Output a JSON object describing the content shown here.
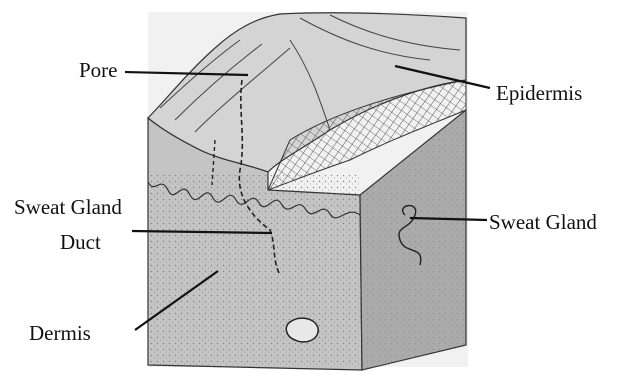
{
  "labels": {
    "pore": "Pore",
    "epidermis": "Epidermis",
    "sweat_gland_duct_line1": "Sweat Gland",
    "sweat_gland_duct_line2": "Duct",
    "sweat_gland": "Sweat Gland",
    "dermis": "Dermis"
  },
  "colors": {
    "ink": "#111111",
    "top_surface": "#cfcfcf",
    "front_face": "#bdbdbd",
    "side_face": "#a9a9a9",
    "background": "#ffffff"
  }
}
